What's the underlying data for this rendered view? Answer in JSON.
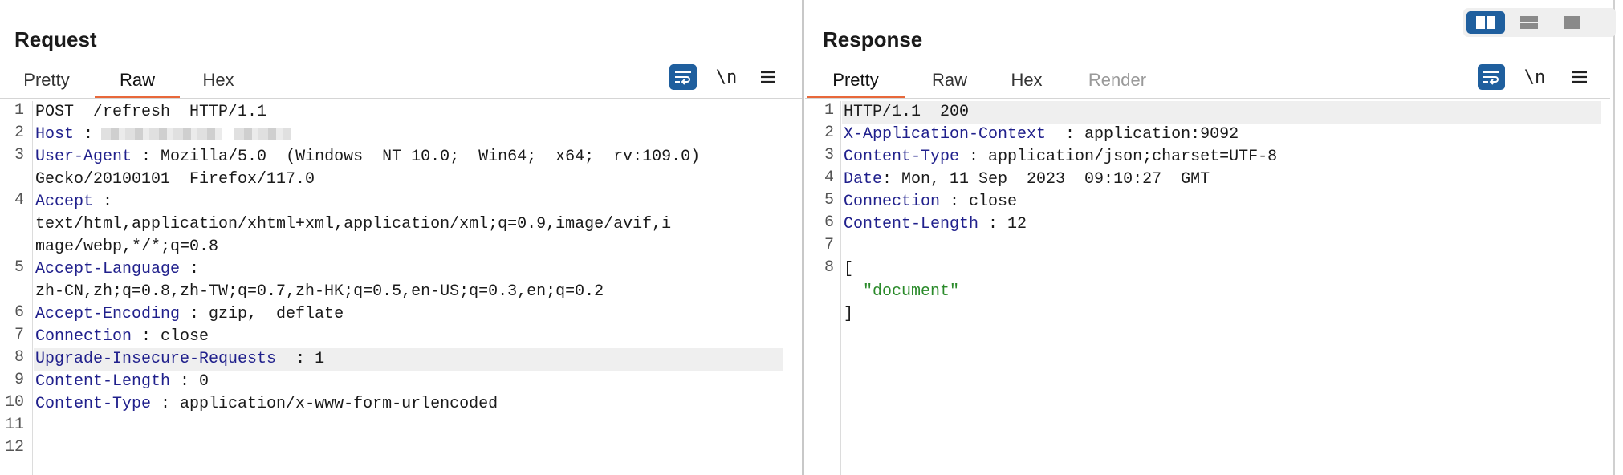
{
  "request": {
    "title": "Request",
    "tabs": [
      {
        "label": "Pretty",
        "active": false
      },
      {
        "label": "Raw",
        "active": true
      },
      {
        "label": "Hex",
        "active": false
      }
    ],
    "toolbar": {
      "wrap_icon": "wrap-lines-icon",
      "newline_label": "\\n",
      "menu_icon": "menu-icon"
    },
    "line_numbers": [
      "1",
      "2",
      "3",
      "",
      "4",
      "",
      "",
      "5",
      "",
      "6",
      "7",
      "8",
      "9",
      "10",
      "11",
      "12"
    ],
    "lines": {
      "l1": "POST  /refresh  HTTP/1.1",
      "l2_name": "Host",
      "l2_sep": " :",
      "l3_name": "User-Agent",
      "l3_val": " : Mozilla/5.0  (Windows  NT 10.0;  Win64;  x64;  rv:109.0)",
      "l3b": "Gecko/20100101  Firefox/117.0",
      "l4_name": "Accept",
      "l4_sep": " :",
      "l4b": "text/html,application/xhtml+xml,application/xml;q=0.9,image/avif,i",
      "l4c": "mage/webp,*/*;q=0.8",
      "l5_name": "Accept-Language",
      "l5_sep": " :",
      "l5b": "zh-CN,zh;q=0.8,zh-TW;q=0.7,zh-HK;q=0.5,en-US;q=0.3,en;q=0.2",
      "l6_name": "Accept-Encoding",
      "l6_val": " : gzip,  deflate",
      "l7_name": "Connection",
      "l7_val": " : close",
      "l8_name": "Upgrade-Insecure-Requests",
      "l8_val": "  : 1",
      "l9_name": "Content-Length",
      "l9_val": " : 0",
      "l10_name": "Content-Type",
      "l10_val": " : application/x-www-form-urlencoded"
    }
  },
  "response": {
    "title": "Response",
    "tabs": [
      {
        "label": "Pretty",
        "active": true
      },
      {
        "label": "Raw",
        "active": false
      },
      {
        "label": "Hex",
        "active": false
      },
      {
        "label": "Render",
        "active": false
      }
    ],
    "toolbar": {
      "wrap_icon": "wrap-lines-icon",
      "newline_label": "\\n",
      "menu_icon": "menu-icon"
    },
    "line_numbers": [
      "1",
      "2",
      "3",
      "4",
      "5",
      "6",
      "7",
      "8",
      "",
      ""
    ],
    "lines": {
      "l1": "HTTP/1.1  200",
      "l2_name": "X-Application-Context",
      "l2_val": "  : application:9092",
      "l3_name": "Content-Type",
      "l3_val": " : application/json;charset=UTF-8",
      "l4_name": "Date",
      "l4_val": ": Mon, 11 Sep  2023  09:10:27  GMT",
      "l5_name": "Connection",
      "l5_val": " : close",
      "l6_name": "Content-Length",
      "l6_val": " : 12",
      "l8": "[",
      "l8b": "  \"document\"",
      "l8c": "]"
    }
  },
  "view_toggles": [
    {
      "icon": "split-horizontal-icon",
      "active": true
    },
    {
      "icon": "split-vertical-icon",
      "active": false
    },
    {
      "icon": "single-pane-icon",
      "active": false
    }
  ],
  "colors": {
    "accent": "#1f5f9e",
    "tab_underline": "#e8683a",
    "header_name": "#20208c",
    "string": "#2a8a2a"
  }
}
